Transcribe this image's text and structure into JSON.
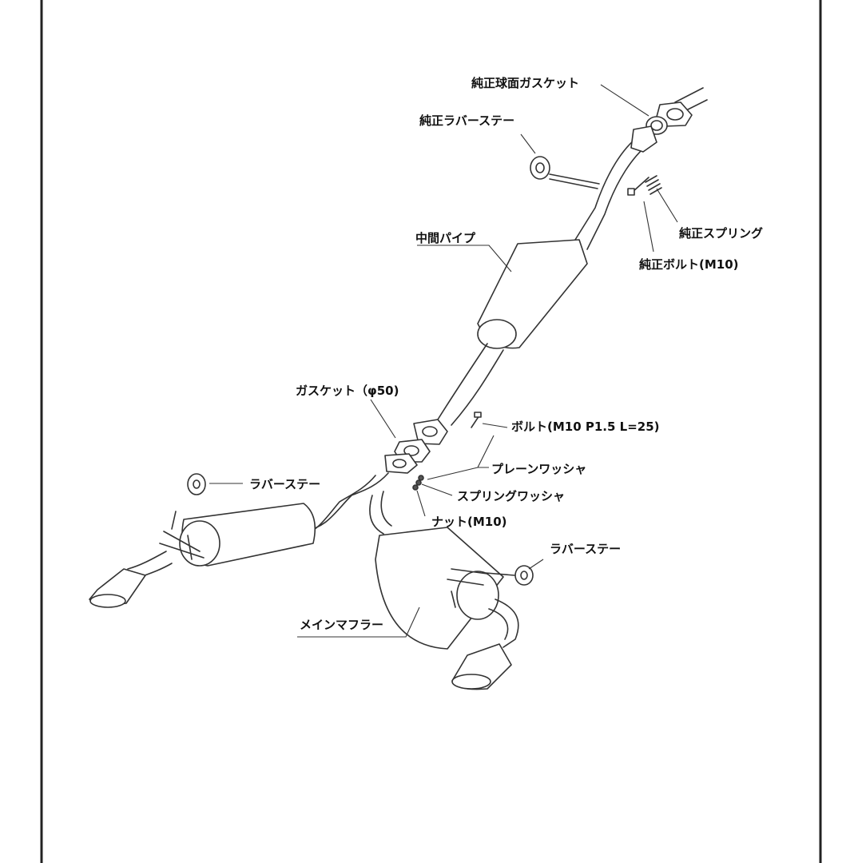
{
  "diagram": {
    "labels": {
      "oem_spherical_gasket": "純正球面ガスケット",
      "oem_rubber_stay": "純正ラバーステー",
      "oem_spring": "純正スプリング",
      "oem_bolt": "純正ボルト(M10)",
      "center_pipe": "中間パイプ",
      "gasket": "ガスケット（φ50)",
      "bolt": "ボルト(M10 P1.5 L=25)",
      "plain_washer": "プレーンワッシャ",
      "spring_washer": "スプリングワッシャ",
      "nut": "ナット(M10)",
      "rubber_stay_left": "ラバーステー",
      "rubber_stay_right": "ラバーステー",
      "main_muffler": "メインマフラー"
    }
  }
}
